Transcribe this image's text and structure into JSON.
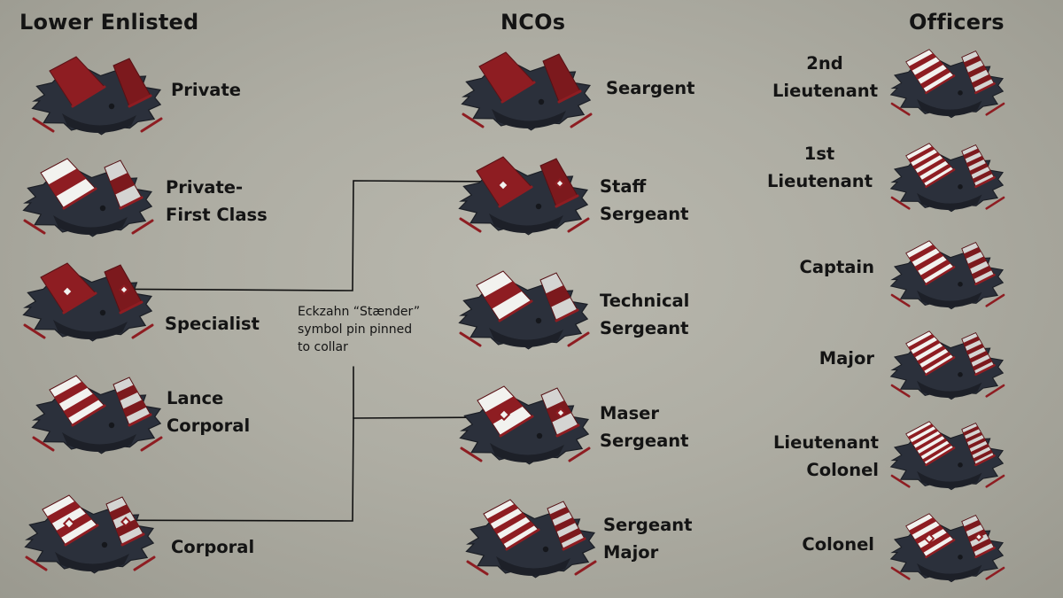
{
  "headings": {
    "lower_enlisted": "Lower Enlisted",
    "ncos": "NCOs",
    "officers": "Officers"
  },
  "lower_enlisted": [
    {
      "lines": [
        "Private"
      ],
      "stripes": 0,
      "pin": false
    },
    {
      "lines": [
        "Private-",
        "First Class"
      ],
      "stripes": 1,
      "pin": false
    },
    {
      "lines": [
        "Specialist"
      ],
      "stripes": 0,
      "pin": true
    },
    {
      "lines": [
        "Lance",
        "Corporal"
      ],
      "stripes": 2,
      "pin": false
    },
    {
      "lines": [
        "Corporal"
      ],
      "stripes": 2,
      "pin": true
    }
  ],
  "ncos": [
    {
      "lines": [
        "Seargent"
      ],
      "stripes": 0,
      "pin": false
    },
    {
      "lines": [
        "Staff",
        "Sergeant"
      ],
      "stripes": 0,
      "pin": true
    },
    {
      "lines": [
        "Technical",
        "Sergeant"
      ],
      "stripes": 1,
      "pin": false
    },
    {
      "lines": [
        "Maser",
        "Sergeant"
      ],
      "stripes": 1,
      "pin": true
    },
    {
      "lines": [
        "Sergeant",
        "Major"
      ],
      "stripes": 3,
      "pin": false
    }
  ],
  "officers": [
    {
      "lines": [
        "2nd",
        "Lieutenant"
      ],
      "stripes": 3,
      "pin": false
    },
    {
      "lines": [
        "1st",
        "Lieutenant"
      ],
      "stripes": 4,
      "pin": false
    },
    {
      "lines": [
        "Captain"
      ],
      "stripes": 3,
      "pin": false
    },
    {
      "lines": [
        "Major"
      ],
      "stripes": 4,
      "pin": false
    },
    {
      "lines": [
        "Lieutenant",
        "Colonel"
      ],
      "stripes": 5,
      "pin": false
    },
    {
      "lines": [
        "Colonel"
      ],
      "stripes": 3,
      "pin": true
    }
  ],
  "note": {
    "lines": [
      "Eckzahn “Stænder”",
      "symbol pin pinned",
      "to collar"
    ]
  },
  "colors": {
    "background": "#aeada3",
    "coat": "#2b303b",
    "collar_red": "#8e1d22",
    "collar_white": "#f2f2ef",
    "text": "#141414"
  }
}
